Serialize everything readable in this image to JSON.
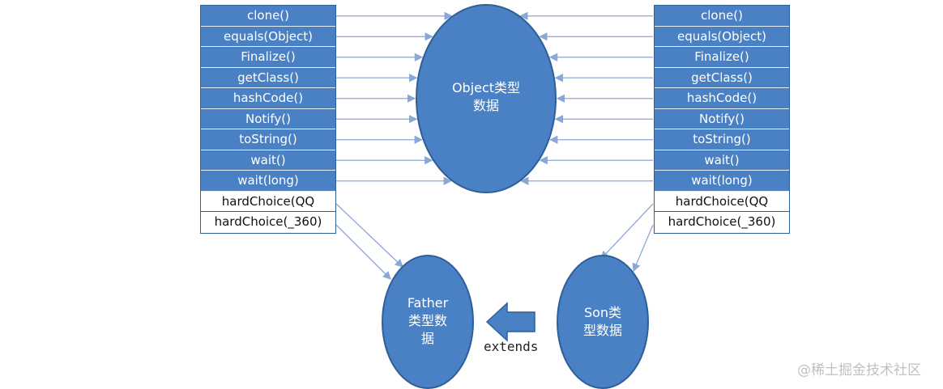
{
  "diagram": {
    "left_methods": [
      "clone()",
      "equals(Object)",
      "Finalize()",
      "getClass()",
      "hashCode()",
      "Notify()",
      "toString()",
      "wait()",
      "wait(long)"
    ],
    "left_extra": [
      "hardChoice(QQ",
      "hardChoice(_360)"
    ],
    "right_methods": [
      "clone()",
      "equals(Object)",
      "Finalize()",
      "getClass()",
      "hashCode()",
      "Notify()",
      "toString()",
      "wait()",
      "wait(long)"
    ],
    "right_extra": [
      "hardChoice(QQ",
      "hardChoice(_360)"
    ],
    "object_label_line1": "Object类型",
    "object_label_line2": "数据",
    "father_label_line1": "Father",
    "father_label_line2": "类型数",
    "father_label_line3": "据",
    "son_label_line1": "Son类",
    "son_label_line2": "型数据",
    "extends_label": "extends",
    "watermark": "@稀土掘金技术社区",
    "colors": {
      "fill": "#4a81c4",
      "stroke": "#2f5f99",
      "arrow": "#8aa8d6"
    }
  }
}
